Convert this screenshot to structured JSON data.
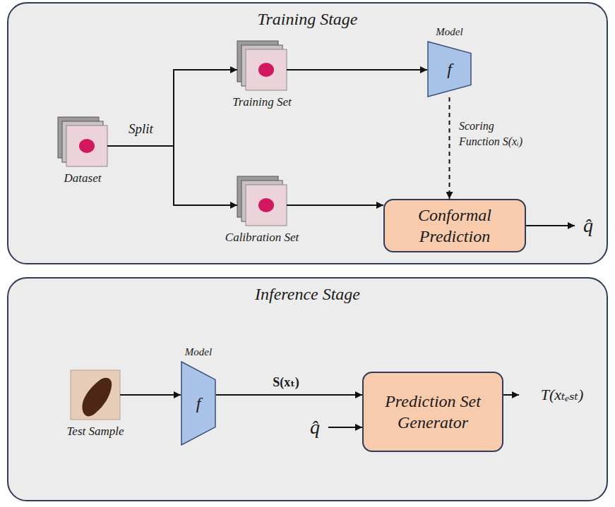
{
  "diagram": {
    "nodes": [
      {
        "text": [
          "Training Stage"
        ]
      },
      {
        "text": [
          "Dataset"
        ],
        "in": 0
      },
      {
        "text": [
          "Training Set"
        ],
        "in": 0
      },
      {
        "text": [
          "Calibration Set"
        ],
        "in": 0
      },
      {
        "text": [
          "Model",
          "f"
        ],
        "in": 0
      },
      {
        "text": [
          "Conformal Prediction"
        ],
        "in": 0
      },
      {
        "text": [
          "q̂"
        ],
        "in": 0
      },
      {
        "text": [
          "Inference Stage"
        ]
      },
      {
        "text": [
          "Test Sample"
        ],
        "in": 7
      },
      {
        "text": [
          "Model",
          "f"
        ],
        "in": 7
      },
      {
        "text": [
          "q̂"
        ],
        "in": 7
      },
      {
        "text": [
          "Prediction Set Generator"
        ],
        "in": 7
      },
      {
        "text": [
          "T(xₜₑₛₜ)"
        ],
        "in": 7
      }
    ],
    "edges": [
      {
        "from": 1,
        "to": 2,
        "label": "Split",
        "arrow": "to"
      },
      {
        "from": 1,
        "to": 3,
        "arrow": "to"
      },
      {
        "from": 2,
        "to": 4,
        "arrow": "to"
      },
      {
        "from": 3,
        "to": 5,
        "arrow": "to"
      },
      {
        "from": 4,
        "to": 5,
        "label": "Scoring Function S(xᵢ)",
        "arrow": "to"
      },
      {
        "from": 5,
        "to": 6,
        "arrow": "to"
      },
      {
        "from": 8,
        "to": 9,
        "arrow": "to"
      },
      {
        "from": 9,
        "to": 11,
        "label": "S(xₜ)",
        "arrow": "to"
      },
      {
        "from": 10,
        "to": 11,
        "arrow": "to"
      },
      {
        "from": 11,
        "to": 12,
        "arrow": "to"
      }
    ]
  }
}
